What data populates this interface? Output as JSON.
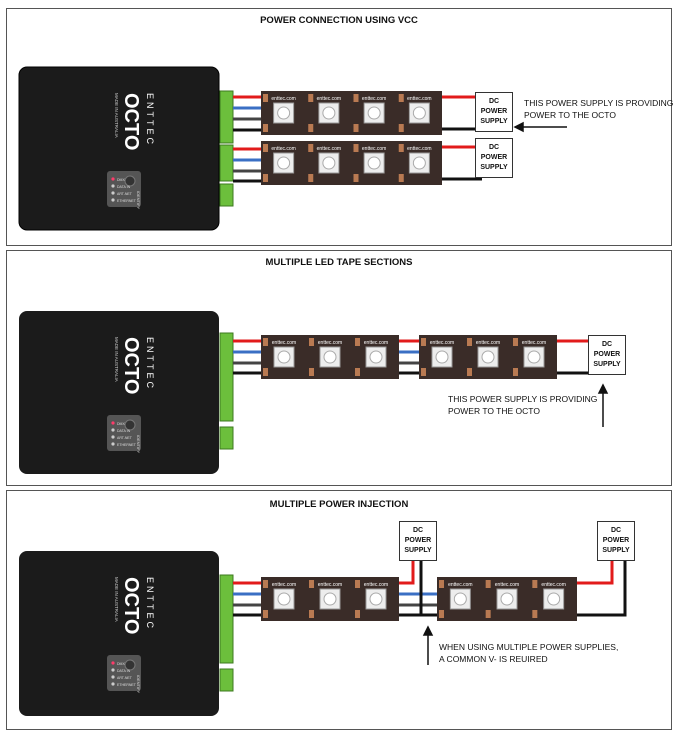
{
  "panels": [
    {
      "title": "POWER CONNECTION USING VCC",
      "note_lines": [
        "THIS POWER SUPPLY IS PROVIDING",
        "POWER TO THE OCTO"
      ]
    },
    {
      "title": "MULTIPLE LED TAPE SECTIONS",
      "note_lines": [
        "THIS POWER SUPPLY IS PROVIDING",
        "POWER TO THE OCTO"
      ]
    },
    {
      "title": "MULTIPLE POWER INJECTION",
      "note_lines": [
        "WHEN USING MULTIPLE POWER SUPPLIES,",
        "A COMMON V- IS REUIRED"
      ]
    }
  ],
  "device": {
    "brand": "ENTTEC",
    "model": "OCTO",
    "made_in": "MADE IN AUSTRALIA",
    "button_label": "IDENTIFY",
    "led_labels": [
      "DMX",
      "DATA IN",
      "ART-NET",
      "ETHERNET"
    ]
  },
  "psu_label_lines": [
    "DC",
    "POWER",
    "SUPPLY"
  ],
  "strip_text": "enttec.com",
  "colors": {
    "red": "#e21b1b",
    "blue": "#3a6fc4",
    "black": "#111111",
    "strip": "#3a2c28",
    "pad": "#b97a52",
    "terminal": "#6cbf3c"
  }
}
